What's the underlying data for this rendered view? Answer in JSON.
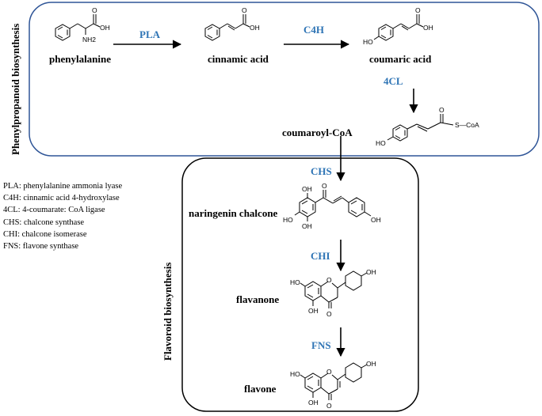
{
  "sections": {
    "phenylpropanoid": "Phenylpropanoid biosynthesis",
    "flavonoid": "Flavoroid biosynthesis"
  },
  "compounds": {
    "phenylalanine": "phenylalanine",
    "cinnamic_acid": "cinnamic acid",
    "coumaric_acid": "coumaric acid",
    "coumaroyl_coa": "coumaroyl-CoA",
    "naringenin_chalcone": "naringenin chalcone",
    "flavanone": "flavanone",
    "flavone": "flavone"
  },
  "enzymes": {
    "pla": "PLA",
    "c4h": "C4H",
    "fourcl": "4CL",
    "chs": "CHS",
    "chi": "CHI",
    "fns": "FNS"
  },
  "atoms": {
    "oh": "OH",
    "ho": "HO",
    "nh2": "NH2",
    "o": "O",
    "scoa": "S—CoA"
  },
  "legend": [
    "PLA: phenylalanine ammonia lyase",
    "C4H: cinnamic acid 4-hydroxylase",
    "4CL: 4-coumarate: CoA ligase",
    "CHS: chalcone synthase",
    "CHI: chalcone isomerase",
    "FNS: flavone synthase"
  ],
  "colors": {
    "enzyme_label": "#2e74b5",
    "top_box_border": "#2f5597",
    "bottom_box_border": "#000000",
    "arrow": "#000000"
  }
}
